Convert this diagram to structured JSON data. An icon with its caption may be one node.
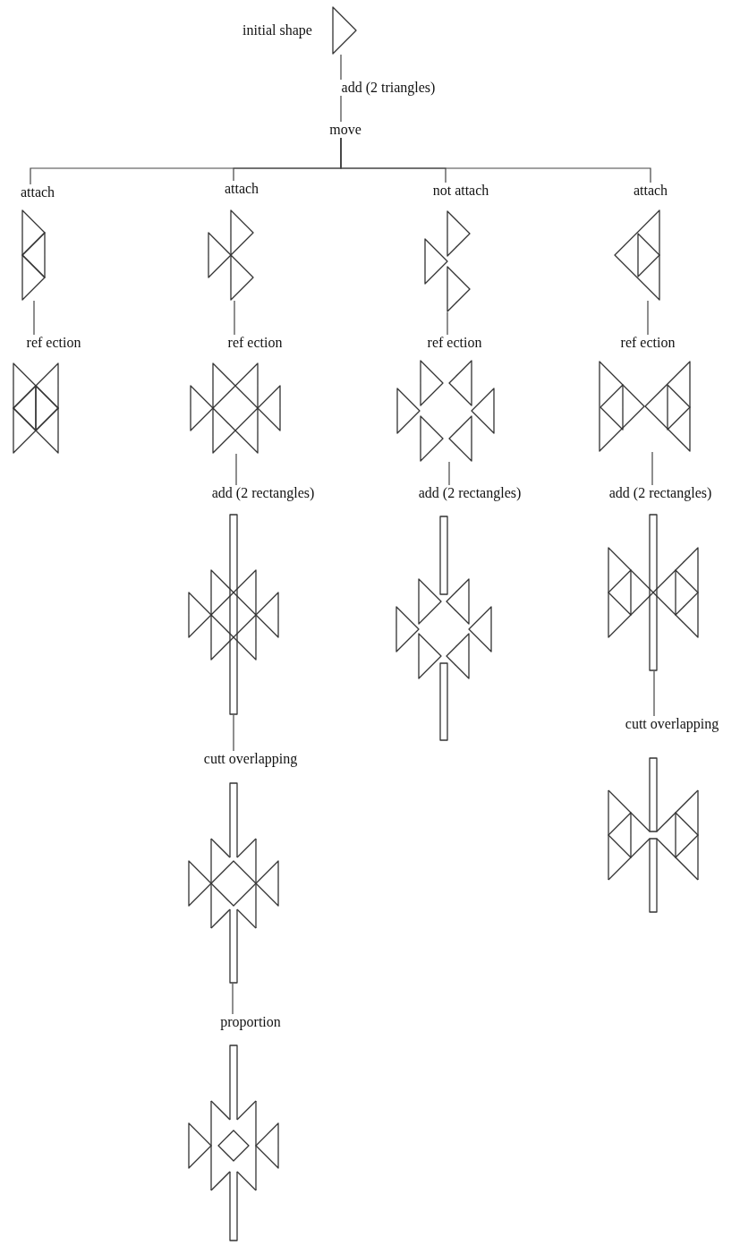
{
  "diagram": {
    "nodes": [
      {
        "text": [],
        "shape": "triangle",
        "beside": [
          "initial shape"
        ]
      },
      {
        "text": [
          "add (2 triangles)"
        ]
      },
      {
        "text": [
          "move"
        ]
      },
      {
        "text": [
          "attach"
        ]
      },
      {
        "text": [
          "attach"
        ]
      },
      {
        "text": [
          "not attach"
        ]
      },
      {
        "text": [
          "attach"
        ]
      },
      {
        "text": [],
        "shape": "picture"
      },
      {
        "text": [],
        "shape": "picture"
      },
      {
        "text": [],
        "shape": "picture"
      },
      {
        "text": [],
        "shape": "picture"
      },
      {
        "text": [
          "ref ection"
        ]
      },
      {
        "text": [
          "ref ection"
        ]
      },
      {
        "text": [
          "ref ection"
        ]
      },
      {
        "text": [
          "ref ection"
        ]
      },
      {
        "text": [],
        "shape": "picture"
      },
      {
        "text": [],
        "shape": "picture"
      },
      {
        "text": [],
        "shape": "picture"
      },
      {
        "text": [],
        "shape": "picture"
      },
      {
        "text": [
          "add (2 rectangles)"
        ]
      },
      {
        "text": [
          "add (2 rectangles)"
        ]
      },
      {
        "text": [
          "add (2 rectangles)"
        ]
      },
      {
        "text": [],
        "shape": "picture"
      },
      {
        "text": [],
        "shape": "picture"
      },
      {
        "text": [],
        "shape": "picture"
      },
      {
        "text": [
          "cutt overlapping"
        ]
      },
      {
        "text": [
          "cutt overlapping"
        ]
      },
      {
        "text": [],
        "shape": "picture"
      },
      {
        "text": [],
        "shape": "picture"
      },
      {
        "text": [
          "proportion"
        ]
      },
      {
        "text": [],
        "shape": "picture"
      }
    ],
    "edges": [
      {
        "from": 0,
        "to": 1,
        "arrow": "none"
      },
      {
        "from": 1,
        "to": 2,
        "arrow": "none"
      },
      {
        "from": 2,
        "to": 3,
        "arrow": "none"
      },
      {
        "from": 2,
        "to": 4,
        "arrow": "none"
      },
      {
        "from": 2,
        "to": 5,
        "arrow": "none"
      },
      {
        "from": 2,
        "to": 6,
        "arrow": "none"
      },
      {
        "from": 7,
        "to": 11,
        "arrow": "none"
      },
      {
        "from": 8,
        "to": 12,
        "arrow": "none"
      },
      {
        "from": 9,
        "to": 13,
        "arrow": "none"
      },
      {
        "from": 10,
        "to": 14,
        "arrow": "none"
      },
      {
        "from": 16,
        "to": 19,
        "arrow": "none"
      },
      {
        "from": 17,
        "to": 20,
        "arrow": "none"
      },
      {
        "from": 18,
        "to": 21,
        "arrow": "none"
      },
      {
        "from": 22,
        "to": 25,
        "arrow": "none"
      },
      {
        "from": 24,
        "to": 26,
        "arrow": "none"
      },
      {
        "from": 27,
        "to": 29,
        "arrow": "none"
      }
    ]
  }
}
